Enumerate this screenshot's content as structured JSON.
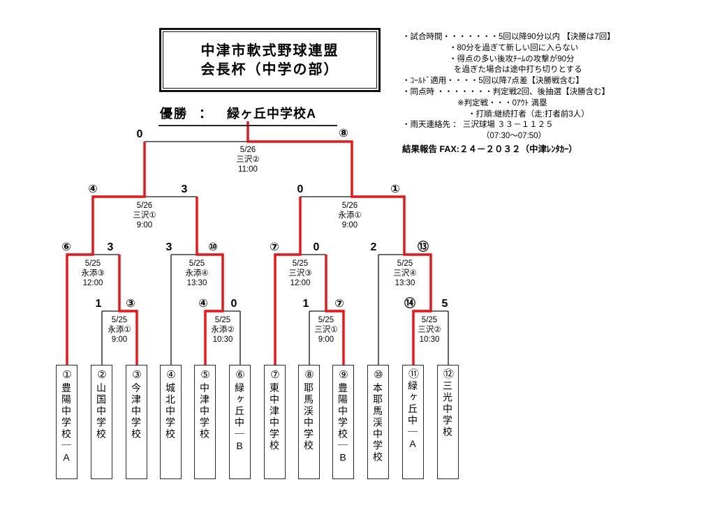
{
  "title": {
    "line1": "中津市軟式野球連盟",
    "line2": "会長杯（中学の部）"
  },
  "champion": {
    "label": "優勝",
    "separator": "：",
    "name": "緑ヶ丘中学校A"
  },
  "rules": {
    "lines": [
      "・試合時間・・・・・・・5回以降90分以内 【決勝は7回】",
      "・80分を過ぎて新しい回に入らない",
      "・得点の多い後攻ﾁｰﾑの攻撃が90分",
      "を過ぎた場合は途中打ち切りとする",
      "・ｺｰﾙﾄﾞ適用・・・・5回以降7点差【決勝戦含む】",
      "・同点時 ・・・・・・・判定戦2回、後抽選【決勝含む】",
      "※判定戦・・・0ｱｳﾄ 満塁",
      "・打順:継続打者（走:打者前3人）",
      "・雨天連絡先 ： 三沢球場 ３３－１１２５",
      "（07:30～07:50）",
      "結果報告 FAX:２４－２０３２（中津ﾚﾝﾀｶｰ）"
    ]
  },
  "matches": [
    {
      "round": "final",
      "date": "5/26",
      "venue": "三沢②",
      "time": "11:00",
      "score_left": "0",
      "score_right": "⑧"
    },
    {
      "round": "semifinal-left",
      "date": "5/26",
      "venue": "三沢①",
      "time": "9:00",
      "score_left": "④",
      "score_right": "3"
    },
    {
      "round": "semifinal-right",
      "date": "5/26",
      "venue": "永添①",
      "time": "9:00",
      "score_left": "0",
      "score_right": "①"
    },
    {
      "round": "quarterfinal-1",
      "date": "5/25",
      "venue": "永添③",
      "time": "12:00",
      "score_left": "⑥",
      "score_right": "3"
    },
    {
      "round": "quarterfinal-2",
      "date": "5/25",
      "venue": "永添④",
      "time": "13:30",
      "score_left": "3",
      "score_right": "⑩"
    },
    {
      "round": "quarterfinal-3",
      "date": "5/25",
      "venue": "三沢③",
      "time": "12:00",
      "score_left": "⑦",
      "score_right": "0"
    },
    {
      "round": "quarterfinal-4",
      "date": "5/25",
      "venue": "三沢④",
      "time": "13:30",
      "score_left": "2",
      "score_right": "⑬"
    },
    {
      "round": "round1-a",
      "date": "5/25",
      "venue": "永添①",
      "time": "9:00",
      "score_left": "1",
      "score_right": "③"
    },
    {
      "round": "round1-b",
      "date": "5/25",
      "venue": "永添②",
      "time": "10:30",
      "score_left": "④",
      "score_right": "0"
    },
    {
      "round": "round1-c",
      "date": "5/25",
      "venue": "三沢①",
      "time": "9:00",
      "score_left": "1",
      "score_right": "⑦"
    },
    {
      "round": "round1-d",
      "date": "5/25",
      "venue": "三沢②",
      "time": "10:30",
      "score_left": "⑭",
      "score_right": "5"
    }
  ],
  "teams": [
    {
      "seed": "①",
      "name": "豊陽中学校｜A"
    },
    {
      "seed": "②",
      "name": "山国中学校"
    },
    {
      "seed": "③",
      "name": "今津中学校"
    },
    {
      "seed": "④",
      "name": "城北中学校"
    },
    {
      "seed": "⑤",
      "name": "中津中学校"
    },
    {
      "seed": "⑥",
      "name": "緑ヶ丘中｜B"
    },
    {
      "seed": "⑦",
      "name": "東中津中学校"
    },
    {
      "seed": "⑧",
      "name": "耶馬渓中学校"
    },
    {
      "seed": "⑨",
      "name": "豊陽中学校｜B"
    },
    {
      "seed": "⑩",
      "name": "本耶馬渓中学校"
    },
    {
      "seed": "⑪",
      "name": "緑ヶ丘中｜A"
    },
    {
      "seed": "⑫",
      "name": "三光中学校"
    }
  ],
  "colors": {
    "winner_path": "#ee1111",
    "line": "#3c3c3c"
  }
}
